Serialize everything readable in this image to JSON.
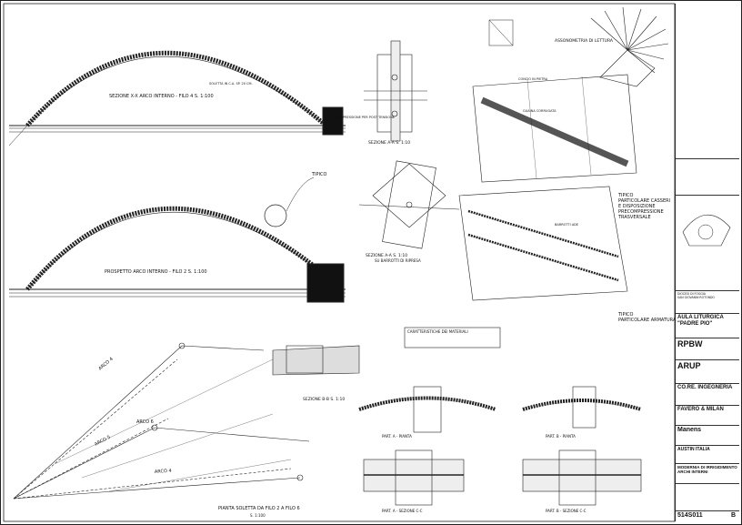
{
  "drawing": {
    "sections": {
      "xx_title": "SEZIONE X-X ARCO INTERNO - FILO 4   S. 1:100",
      "prospetto_title": "PROSPETTO ARCO INTERNO - FILO 2   S. 1:100",
      "aa_title": "SEZIONE A-A  S. 1:10",
      "aa_subtitle": "SEZIONE A-A  S. 1:10",
      "aa_sub2": "SU BARROTTI DI RIPRESA",
      "bb_title": "SEZIONE B-B  S. 1:10",
      "pianta_title": "PIANTA SOLETTA DA FILO 2 A FILO 6",
      "pianta_scale": "S. 1:100",
      "assonometria": "ASSONOMETRIA DI LETTURA",
      "tipico": "TIPICO",
      "casseri_title": "TIPICO\nPARTICOLARE CASSERI\nE DISPOSIZIONE\nPRECOMPRESSIONE\nTRASVERSALE",
      "armatura_title": "TIPICO\nPARTICOLARE ARMATURA",
      "part_a_pianta": "PART. A - PIANTA",
      "part_b_pianta": "PART. B - PIANTA",
      "part_a_sez": "PART. A - SEZIONE C-C",
      "part_b_sez": "PART. B - SEZIONE C-C",
      "caratteristiche": "CARATTERISTICHE DEI MATERIALI",
      "arco_labels": [
        "ARCO 4",
        "ARCO 6",
        "ARCO 5",
        "ARCO 4"
      ],
      "notes": [
        "SOLETTA IN C.A. SP. 20 CM.",
        "PRECOMPRESSIONE PER POST TENSIONE",
        "CONCIO IN PIETRA",
        "GUAINA CORRUGATA",
        "BARROTTI ADE"
      ]
    }
  },
  "titleblock": {
    "project_small": "DIOCESI DI FOGGIA\nSAN GIOVANNI ROTONDO",
    "project": "AULA LITURGICA\n\"PADRE PIO\"",
    "firm1": "RPBW",
    "firm2": "ARUP",
    "firm3": "CO.RE. INGEGNERIA",
    "firm4": "FAVERO & MILAN",
    "firm5": "Manens",
    "firm6": "AUSTIN ITALIA",
    "drawing_title": "MODERNIA DI IRRIGIDIMENTO\nARCHI INTERNI",
    "drawing_no": "514S011",
    "revision": "B"
  }
}
